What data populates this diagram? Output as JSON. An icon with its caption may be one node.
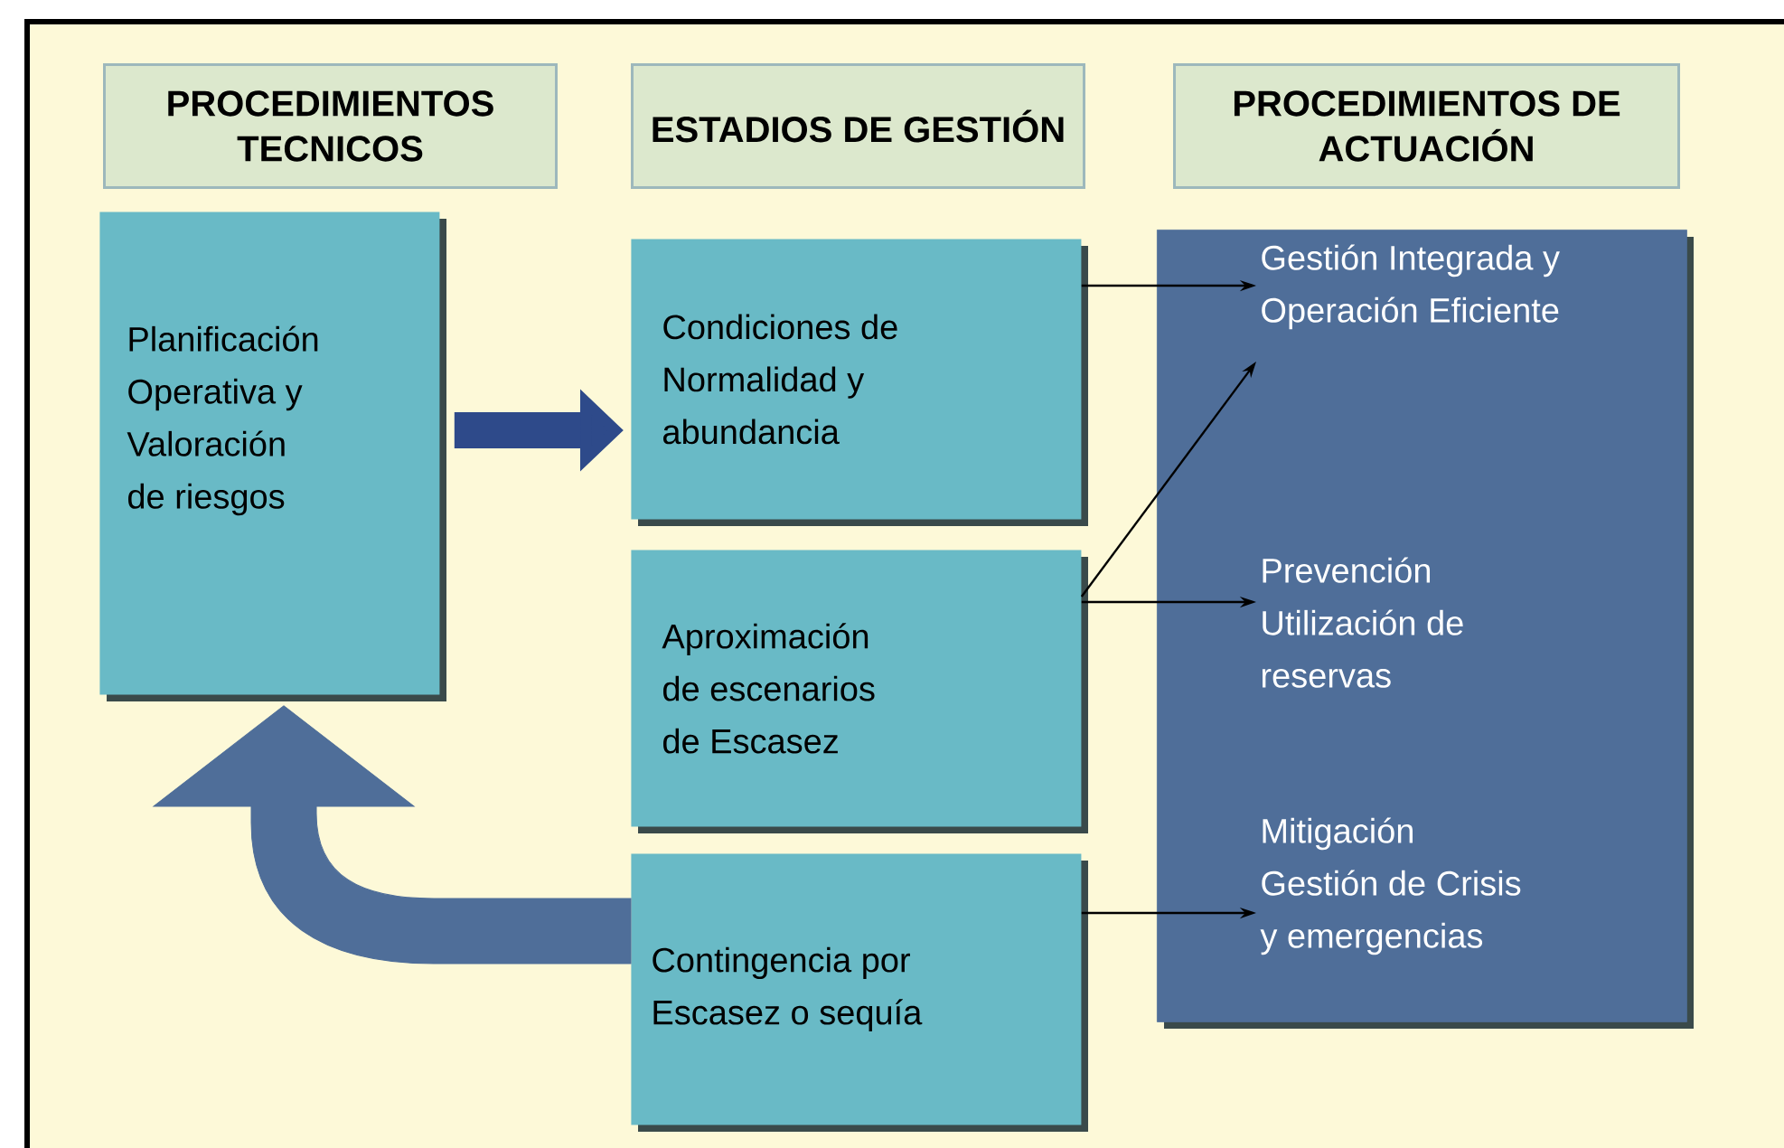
{
  "diagram": {
    "nodes": [
      {
        "text": [
          "PROCEDIMIENTOS TECNICOS"
        ]
      },
      {
        "text": [
          "ESTADIOS DE GESTIÓN"
        ]
      },
      {
        "text": [
          "PROCEDIMIENTOS DE ACTUACIÓN"
        ]
      },
      {
        "text": [
          "Planificación Operativa y Valoración de riesgos"
        ]
      },
      {
        "text": [
          "Condiciones de Normalidad y abundancia"
        ]
      },
      {
        "text": [
          "Aproximación de escenarios de Escasez"
        ]
      },
      {
        "text": [
          "Contingencia por Escasez o sequía"
        ]
      },
      {
        "text": [],
        "shape": "box"
      },
      {
        "text": [
          "Gestión Integrada y Operación Eficiente"
        ],
        "in": 7
      },
      {
        "text": [
          "Prevención",
          "Utilización de reservas"
        ],
        "in": 7
      },
      {
        "text": [
          "Mitigación",
          "Gestión de Crisis y emergencias"
        ],
        "in": 7
      }
    ],
    "edges": [
      {
        "from": 3,
        "to": 4,
        "arrow": "to",
        "style": "thick",
        "color": "#2e4a8a"
      },
      {
        "from": 6,
        "to": 3,
        "arrow": "to",
        "style": "thick",
        "color": "#4f6e99"
      },
      {
        "from": 4,
        "to": 8,
        "arrow": "to"
      },
      {
        "from": 5,
        "to": 8,
        "arrow": "to"
      },
      {
        "from": 5,
        "to": 9,
        "arrow": "to"
      },
      {
        "from": 6,
        "to": 10,
        "arrow": "to"
      }
    ]
  }
}
